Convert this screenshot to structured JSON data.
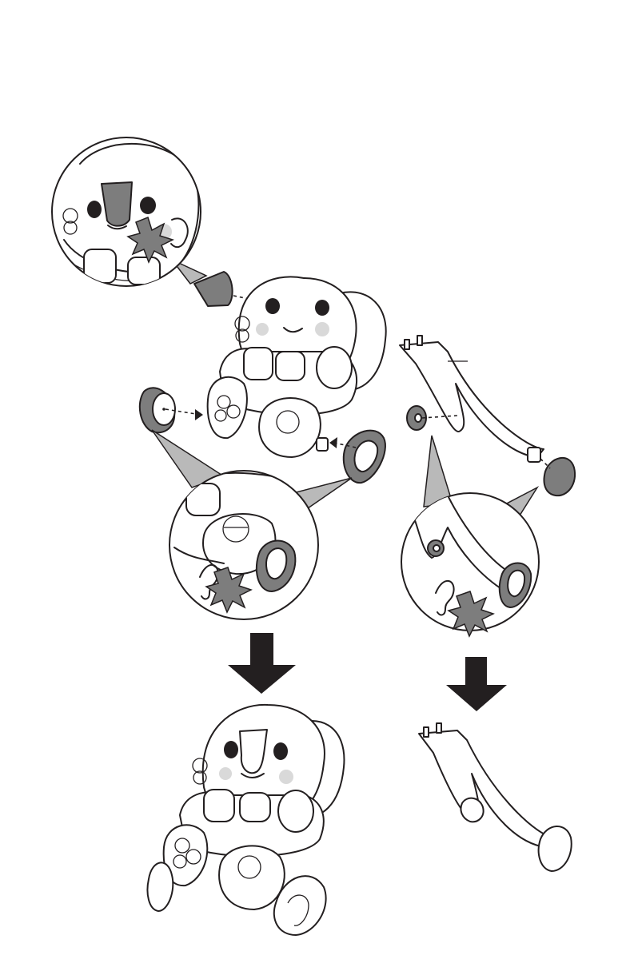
{
  "diagram": {
    "steps": [
      {
        "id": "insert-nose-trunk",
        "detail": "nose-click-detail"
      },
      {
        "id": "attach-bear-wheels",
        "detail": "wheel-click-detail"
      },
      {
        "id": "attach-walker-wheels",
        "detail": "walker-wheel-click-detail"
      }
    ],
    "icons": [
      "ear-icon",
      "click-burst-icon",
      "down-arrow-icon"
    ],
    "colors": {
      "line": "#231f20",
      "part_fill": "#7d7d7d",
      "cheek": "#d9d9d9",
      "background": "#ffffff"
    }
  }
}
